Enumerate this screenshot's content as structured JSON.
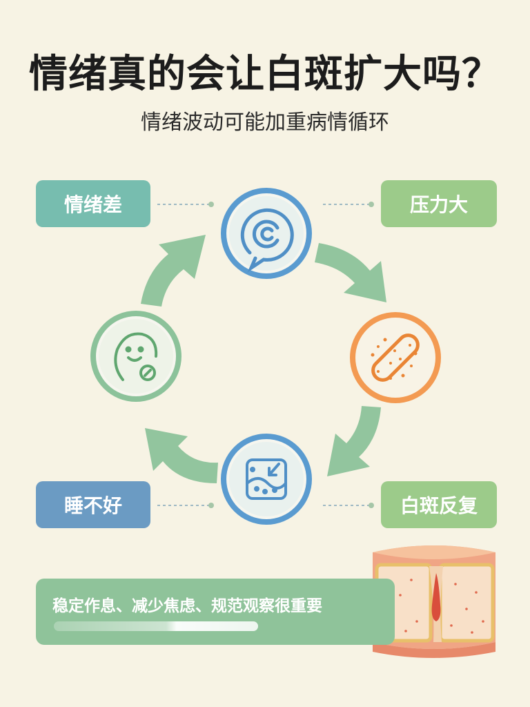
{
  "title": "情绪真的会让白斑扩大吗？",
  "subtitle": "情绪波动可能加重病情循环",
  "tags": {
    "mood": "情绪差",
    "pressure": "压力大",
    "sleep": "睡不好",
    "relapse": "白斑反复"
  },
  "banner": {
    "text": "稳定作息、减少焦虑、规范观察很重要"
  },
  "colors": {
    "background": "#f7f3e4",
    "teal": "#77bdaf",
    "green": "#9ccb8a",
    "blue": "#6b9bc3",
    "orange": "#f39a52",
    "arrow": "#8cc29a"
  },
  "icons": [
    "speech-bubble-icon",
    "bandage-icon",
    "skin-patch-icon",
    "anxious-face-icon",
    "skin-cross-section-icon"
  ]
}
